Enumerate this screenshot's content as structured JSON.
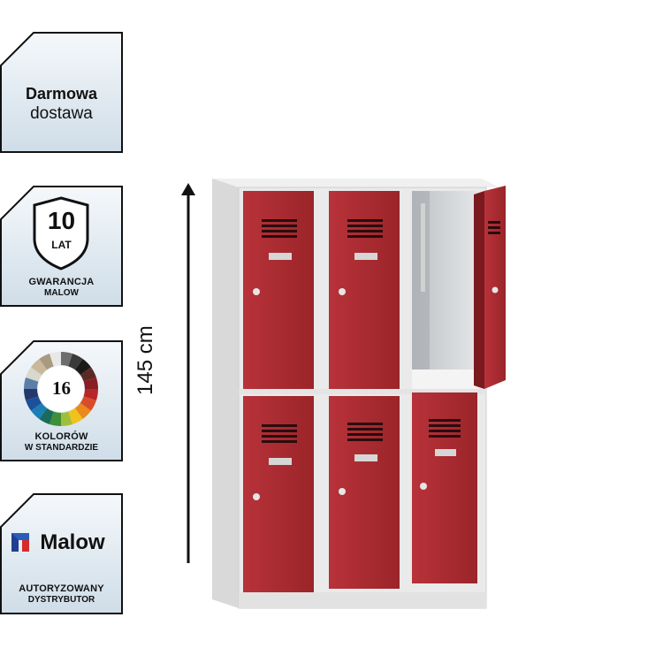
{
  "badges": {
    "delivery": {
      "line1": "Darmowa",
      "line2": "dostawa"
    },
    "warranty": {
      "years": "10",
      "unit": "LAT",
      "line1": "GWARANCJA",
      "line2": "MALOW"
    },
    "colors": {
      "count": "16",
      "line1": "KOLORÓW",
      "line2": "W STANDARDZIE"
    },
    "dealer": {
      "brand": "Malow",
      "line1": "AUTORYZOWANY",
      "line2": "DYSTRYBUTOR"
    }
  },
  "product": {
    "height_label": "145 cm",
    "door_color": "#a12a2e",
    "body_color": "#e9e9e9"
  },
  "palette": [
    "#6d6d6d",
    "#3a3a3a",
    "#1a1a1a",
    "#5b2a24",
    "#8a1d22",
    "#b8262a",
    "#d94c2a",
    "#e88a1c",
    "#f1c21b",
    "#9fbf3a",
    "#3e8f3a",
    "#1a6b5c",
    "#1a7fb5",
    "#1d4f9a",
    "#24386e",
    "#5c7fa8",
    "#d8d8cc",
    "#c9b89a",
    "#a89a80",
    "#e8e8e8"
  ]
}
